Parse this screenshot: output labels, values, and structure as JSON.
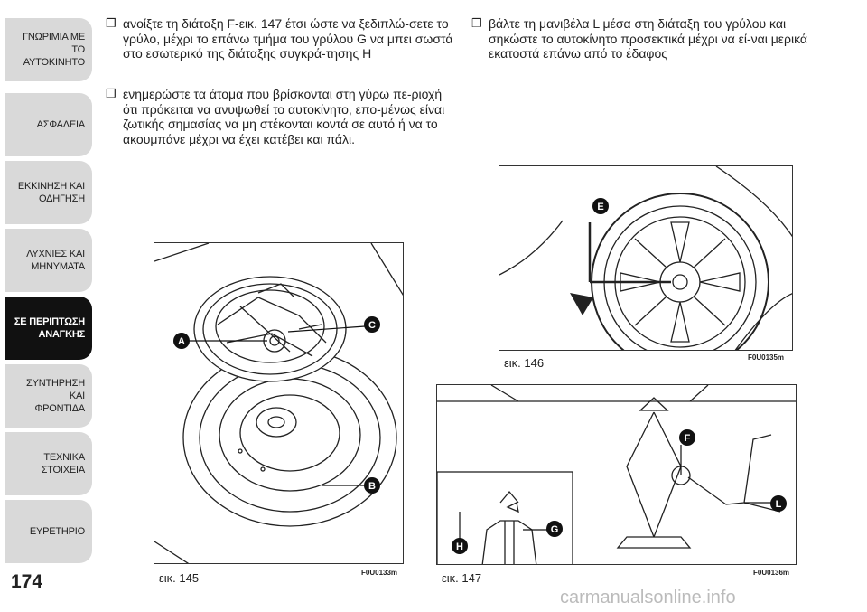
{
  "sidebar": {
    "tabs": [
      {
        "line1": "ΓΝΩΡΙΜΙΑ ΜΕ ΤΟ",
        "line2": "ΑΥΤΟΚΙΝΗΤΟ"
      },
      {
        "line1": "",
        "line2": "ΑΣΦΑΛΕΙΑ"
      },
      {
        "line1": "ΕΚΚΙΝΗΣΗ ΚΑΙ",
        "line2": "ΟΔΗΓΗΣΗ"
      },
      {
        "line1": "ΛΥΧΝΙΕΣ ΚΑΙ",
        "line2": "ΜΗΝΥΜΑΤΑ"
      },
      {
        "line1": "ΣΕ ΠΕΡΙΠΤΩΣΗ",
        "line2": "ΑΝΑΓΚΗΣ"
      },
      {
        "line1": "ΣΥΝΤΗΡΗΣΗ ΚΑΙ",
        "line2": "ΦΡΟΝΤΙΔΑ"
      },
      {
        "line1": "",
        "line2": "ΤΕΧΝΙΚΑ ΣΤΟΙΧΕΙΑ"
      },
      {
        "line1": "",
        "line2": "ΕΥΡΕΤΗΡΙΟ"
      }
    ],
    "page_number": "174"
  },
  "text": {
    "bullet_glyph": "❒",
    "left_p1": "ανοίξτε τη διάταξη F-εικ. 147 έτσι ώστε να ξεδιπλώ-σετε το γρύλο, μέχρι το επάνω τμήμα του γρύλου G να μπει σωστά στο εσωτερικό της διάταξης συγκρά-τησης H",
    "left_p2": "ενημερώστε τα άτομα που βρίσκονται στη γύρω πε-ριοχή ότι πρόκειται να ανυψωθεί το αυτοκίνητο, επο-μένως είναι ζωτικής σημασίας να μη στέκονται κοντά σε αυτό ή να το ακουμπάνε μέχρι να έχει κατέβει και πάλι.",
    "right_p1": "βάλτε τη μανιβέλα L μέσα στη διάταξη του γρύλου και σηκώστε το αυτοκίνητο προσεκτικά μέχρι να εί-ναι μερικά εκατοστά επάνω από το έδαφος"
  },
  "figures": {
    "fig145": {
      "caption": "εικ. 145",
      "code": "F0U0133m",
      "labels": {
        "a": "A",
        "b": "B",
        "c": "C"
      }
    },
    "fig146": {
      "caption": "εικ. 146",
      "code": "F0U0135m",
      "labels": {
        "e": "E"
      }
    },
    "fig147": {
      "caption": "εικ. 147",
      "code": "F0U0136m",
      "labels": {
        "f": "F",
        "g": "G",
        "h": "H",
        "l": "L"
      }
    }
  },
  "watermark": "carmanualsonline.info"
}
